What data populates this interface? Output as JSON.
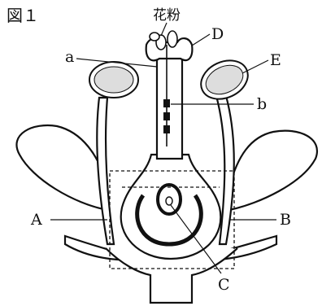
{
  "figure": {
    "title": "図１",
    "labels": {
      "pollen": "花粉",
      "A": "A",
      "B": "B",
      "C": "C",
      "D": "D",
      "E": "E",
      "a": "a",
      "b": "b"
    }
  }
}
